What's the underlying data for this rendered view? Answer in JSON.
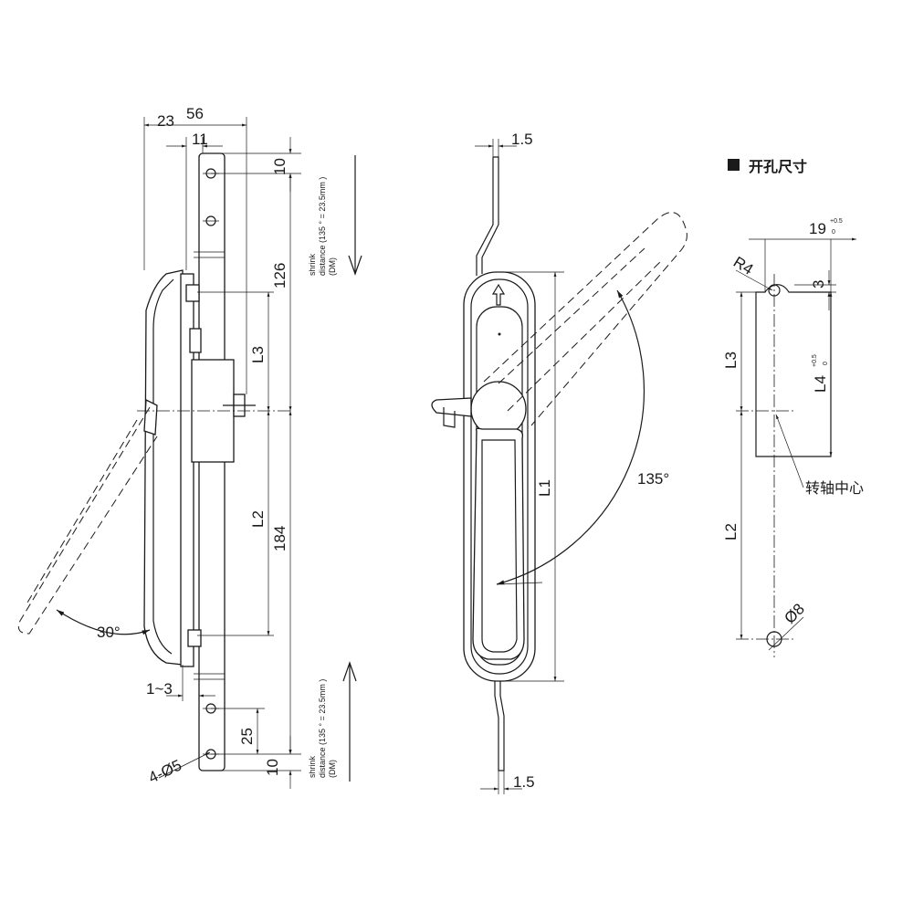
{
  "side_view": {
    "dim_23": "23",
    "dim_56": "56",
    "dim_11": "11",
    "dim_10_top": "10",
    "dim_126": "126",
    "dim_L3": "L3",
    "dim_L2": "L2",
    "dim_184": "184",
    "dim_30deg": "30°",
    "dim_1to3": "1~3",
    "dim_25": "25",
    "dim_10_bottom": "10",
    "dim_holes": "4-Ø5",
    "note_top": {
      "line1": "shrink",
      "line2": "distance (135 ° = 23.5mm )",
      "line3": "(DM)"
    },
    "note_bottom": {
      "line1": "shrink",
      "line2": "distance (135 ° = 23.5mm )",
      "line3": "(DM)"
    }
  },
  "front_view": {
    "dim_1_5_top": "1.5",
    "dim_1_5_bottom": "1.5",
    "dim_L1": "L1",
    "dim_135deg": "135°"
  },
  "cutout_view": {
    "title": "开孔尺寸",
    "dim_19": "19",
    "dim_19_tol_upper": "+0.5",
    "dim_19_tol_lower": "0",
    "dim_R4": "R4",
    "dim_3": "3",
    "dim_L3": "L3",
    "dim_L4": "L4",
    "dim_L4_tol_upper": "+0.5",
    "dim_L4_tol_lower": "0",
    "pivot_label": "转轴中心",
    "dim_L2": "L2",
    "dim_dia8": "Ø8"
  }
}
